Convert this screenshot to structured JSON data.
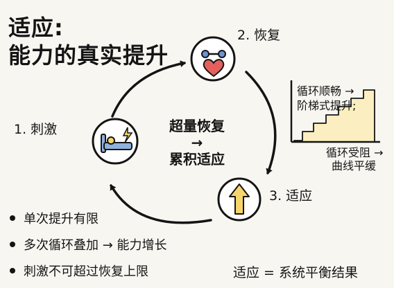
{
  "title": {
    "line1": "适应:",
    "line2": "能力的真实提升"
  },
  "cycle": {
    "center_line1": "超量恢复",
    "center_arrow": "→",
    "center_line2": "累积适应",
    "stages": [
      {
        "label": "1. 刺激",
        "icon": "bed-lightning-icon"
      },
      {
        "label": "2. 恢复",
        "icon": "heart-connection-icon"
      },
      {
        "label": "3. 适应",
        "icon": "up-arrow-icon"
      }
    ]
  },
  "step_chart": {
    "top_note_line1": "循环顺畅 →",
    "top_note_line2": "阶梯式提升;",
    "bottom_note_line1": "循环受阻 →",
    "bottom_note_line2": "曲线平缓"
  },
  "bullets": [
    "单次提升有限",
    "多次循环叠加 → 能力增长",
    "刺激不可超过恢复上限"
  ],
  "footer": "适应 = 系统平衡结果",
  "colors": {
    "accent_yellow": "#f6d66b",
    "heart_red": "#e4605f",
    "connector_blue": "#6b93d6",
    "circle_fill": "#ffffff",
    "ink": "#141414",
    "chart_fill": "#fbeec0"
  }
}
